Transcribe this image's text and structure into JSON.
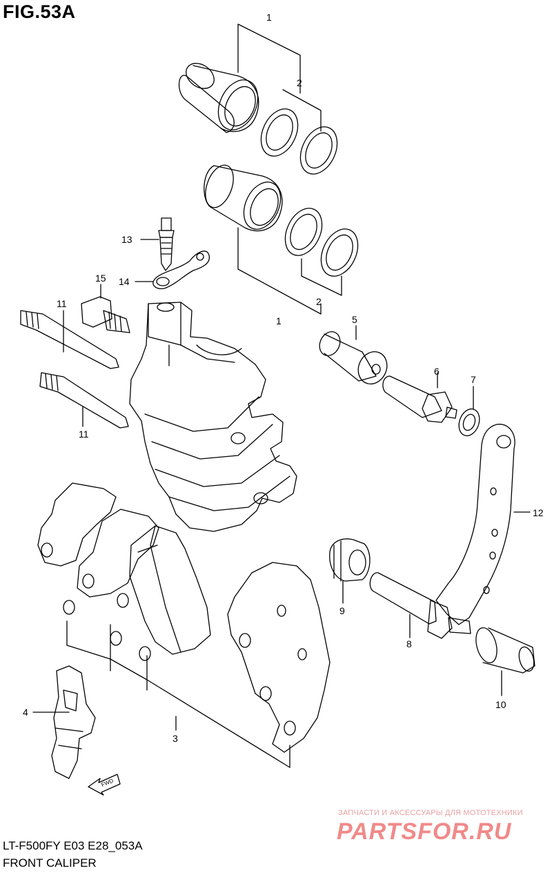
{
  "figure": {
    "title": "FIG.53A",
    "model_code": "LT-F500FY E03 E28_053A",
    "name": "FRONT CALIPER"
  },
  "callouts": [
    "1",
    "2",
    "2",
    "1",
    "5",
    "6",
    "7",
    "13",
    "14",
    "15",
    "11",
    "11",
    "12",
    "9",
    "8",
    "10",
    "4",
    "3"
  ],
  "watermark": {
    "tagline": "ЗАПЧАСТИ И АКСЕССУАРЫ ДЛЯ МОТОТЕХНИКИ",
    "logo": "PARTSFOR.RU"
  },
  "fwd_marker": "FWD",
  "colors": {
    "line": "#000000",
    "background": "#ffffff",
    "watermark": "#f08a8a"
  }
}
